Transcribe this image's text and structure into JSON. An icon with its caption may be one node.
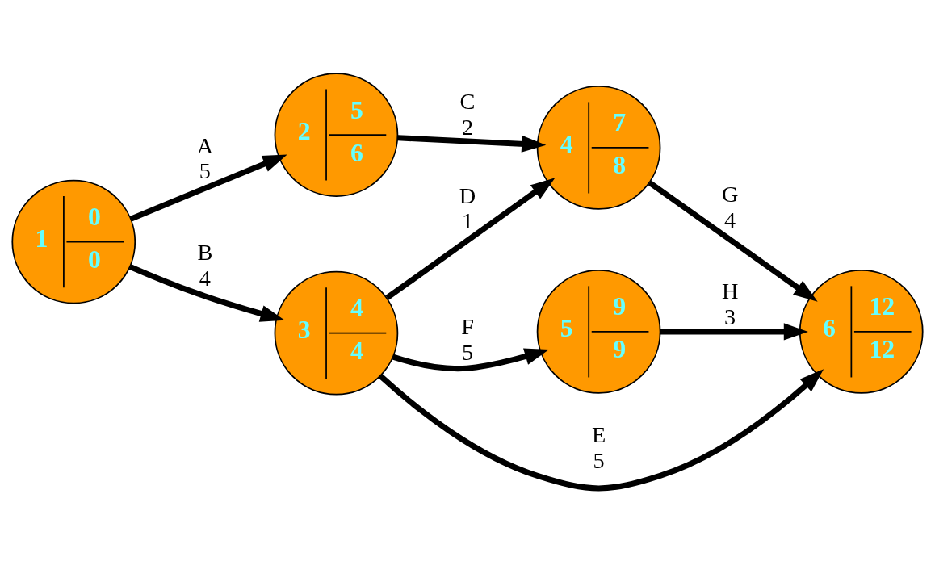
{
  "diagram": {
    "nodes": [
      {
        "text": [
          "1",
          "0",
          "0"
        ]
      },
      {
        "text": [
          "2",
          "5",
          "6"
        ]
      },
      {
        "text": [
          "3",
          "4",
          "4"
        ]
      },
      {
        "text": [
          "4",
          "7",
          "8"
        ]
      },
      {
        "text": [
          "5",
          "9",
          "9"
        ]
      },
      {
        "text": [
          "6",
          "12",
          "12"
        ]
      }
    ],
    "edges": [
      {
        "from": 0,
        "to": 1,
        "arrow": "to",
        "label": "A 5"
      },
      {
        "from": 0,
        "to": 2,
        "arrow": "to",
        "label": "B 4"
      },
      {
        "from": 1,
        "to": 3,
        "arrow": "to",
        "label": "C 2"
      },
      {
        "from": 2,
        "to": 3,
        "arrow": "to",
        "label": "D 1"
      },
      {
        "from": 2,
        "to": 5,
        "arrow": "to",
        "label": "E 5"
      },
      {
        "from": 2,
        "to": 4,
        "arrow": "to",
        "label": "F 5"
      },
      {
        "from": 3,
        "to": 5,
        "arrow": "to",
        "label": "G 4"
      },
      {
        "from": 4,
        "to": 5,
        "arrow": "to",
        "label": "H 3"
      }
    ]
  }
}
